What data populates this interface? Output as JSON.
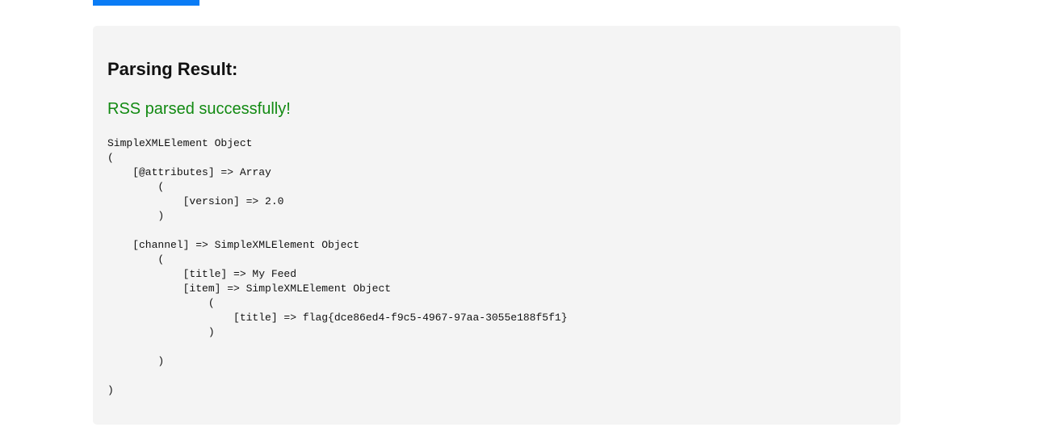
{
  "result": {
    "heading": "Parsing Result:",
    "status": "RSS parsed successfully!",
    "output": "SimpleXMLElement Object\n(\n    [@attributes] => Array\n        (\n            [version] => 2.0\n        )\n\n    [channel] => SimpleXMLElement Object\n        (\n            [title] => My Feed\n            [item] => SimpleXMLElement Object\n                (\n                    [title] => flag{dce86ed4-f9c5-4967-97aa-3055e188f5f1}\n                )\n\n        )\n\n)"
  },
  "colors": {
    "accent": "#0a7cf5",
    "success": "#128a12",
    "panel_background": "#f4f4f4"
  }
}
